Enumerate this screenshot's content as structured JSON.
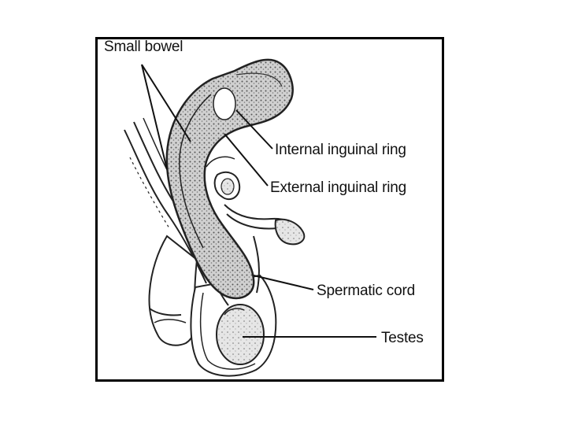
{
  "labels": {
    "small_bowel": "Small bowel",
    "internal_ring": "Internal inguinal ring",
    "external_ring": "External inguinal ring",
    "spermatic_cord": "Spermatic cord",
    "testes": "Testes"
  },
  "colors": {
    "ink": "#111111",
    "frame": "#000000",
    "bowel_fill": "#bdbdbd",
    "background": "#ffffff"
  }
}
